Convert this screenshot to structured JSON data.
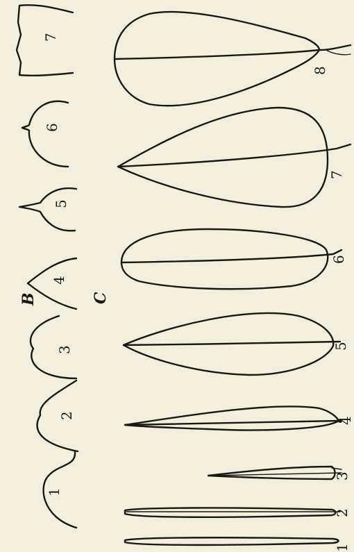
{
  "plate": {
    "section_b_label": "B",
    "section_c_label": "C",
    "tips_row": [
      {
        "id": "1",
        "shape": "obtuse"
      },
      {
        "id": "2",
        "shape": "retuse"
      },
      {
        "id": "3",
        "shape": "emarginate"
      },
      {
        "id": "4",
        "shape": "acute"
      },
      {
        "id": "5",
        "shape": "acuminate"
      },
      {
        "id": "6",
        "shape": "mucronate"
      },
      {
        "id": "7",
        "shape": "truncate"
      }
    ],
    "leaves_row": [
      {
        "id": "1",
        "shape": "linear"
      },
      {
        "id": "2",
        "shape": "linear"
      },
      {
        "id": "3",
        "shape": "lanceolate-narrow"
      },
      {
        "id": "4",
        "shape": "lanceolate"
      },
      {
        "id": "5",
        "shape": "elliptic-lanceolate"
      },
      {
        "id": "6",
        "shape": "oblong"
      },
      {
        "id": "7",
        "shape": "ovate"
      },
      {
        "id": "8",
        "shape": "obovate"
      }
    ]
  }
}
